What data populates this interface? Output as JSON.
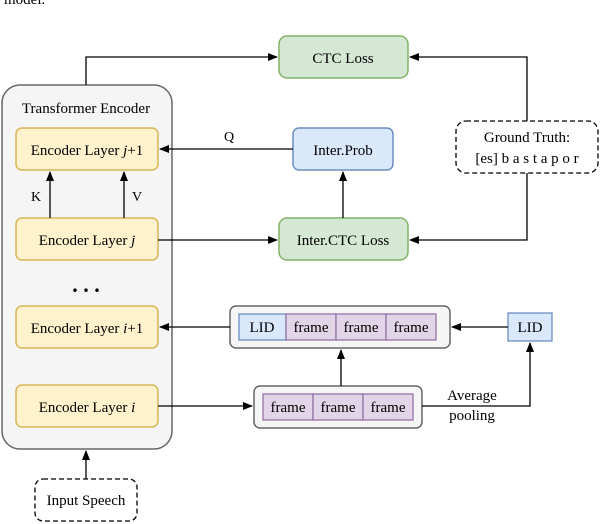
{
  "caption_fragment": "model.",
  "encoder": {
    "title": "Transformer Encoder",
    "layer_j1": {
      "prefix": "Encoder Layer ",
      "var": "j",
      "suffix": "+1"
    },
    "layer_j": {
      "prefix": "Encoder Layer ",
      "var": "j",
      "suffix": ""
    },
    "layer_i1": {
      "prefix": "Encoder Layer ",
      "var": "i",
      "suffix": "+1"
    },
    "layer_i": {
      "prefix": "Encoder Layer ",
      "var": "i",
      "suffix": ""
    },
    "ellipsis": ". . ."
  },
  "ctc_loss": "CTC Loss",
  "inter_prob": "Inter.Prob",
  "inter_ctc_loss": "Inter.CTC Loss",
  "ground_truth": {
    "line1": "Ground Truth:",
    "line2": "[es] b a s t a p o r"
  },
  "labels": {
    "q": "Q",
    "k": "K",
    "v": "V"
  },
  "lid_sequence": [
    "LID",
    "frame",
    "frame",
    "frame"
  ],
  "frame_sequence": [
    "frame",
    "frame",
    "frame"
  ],
  "lid_box": "LID",
  "pooling": {
    "line1": "Average",
    "line2": "pooling"
  },
  "input_speech": "Input Speech",
  "colors": {
    "encoder_fill": "#fff2cc",
    "encoder_stroke": "#d6b656",
    "green_fill": "#d5e8d4",
    "green_stroke": "#82b366",
    "blue_fill": "#dae8fc",
    "blue_stroke": "#6c8ebf",
    "purple_fill": "#e1d5e7",
    "purple_stroke": "#9673a6",
    "container_fill": "#f5f5f5",
    "container_stroke": "#666666"
  }
}
